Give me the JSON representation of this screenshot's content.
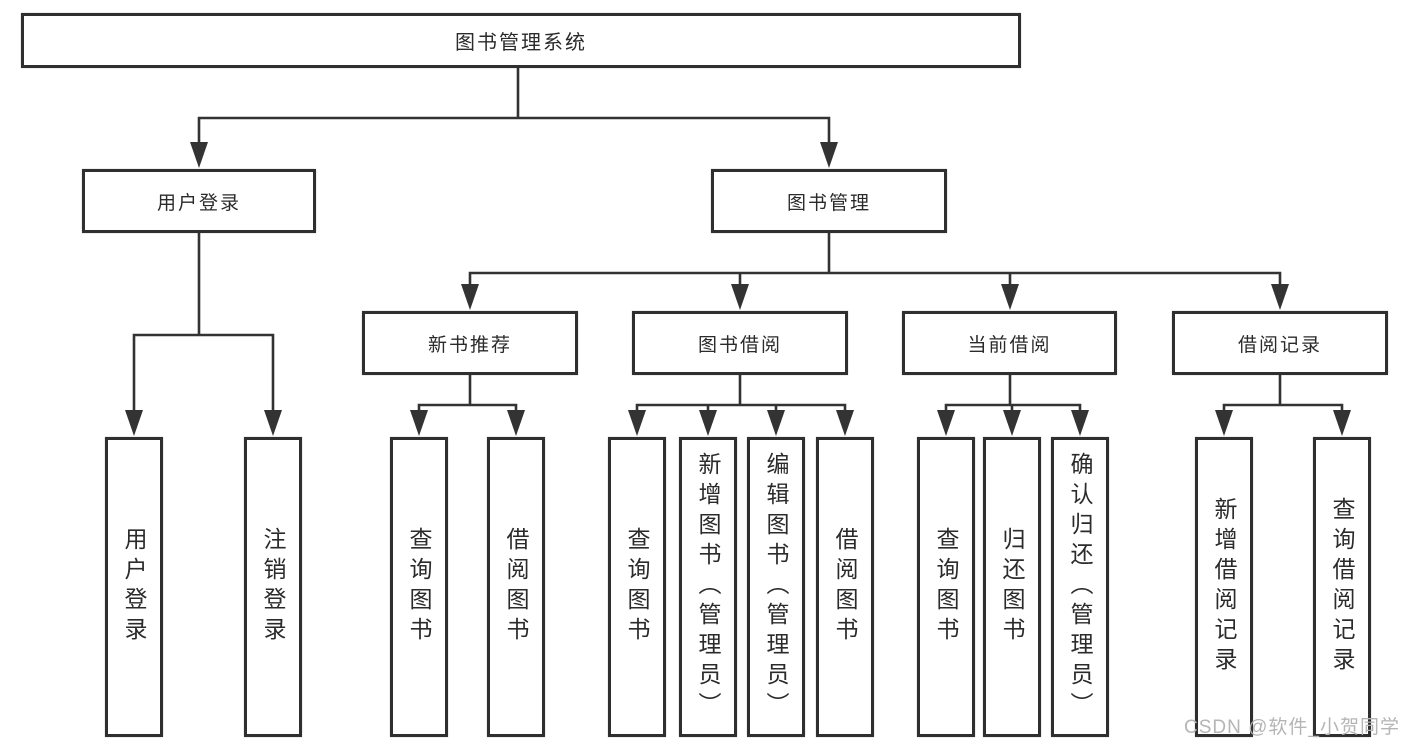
{
  "tree": {
    "root": {
      "label": "图书管理系统"
    },
    "branches": [
      {
        "label": "用户登录",
        "leaves": [
          {
            "label": "用户登录"
          },
          {
            "label": "注销登录"
          }
        ]
      },
      {
        "label": "图书管理",
        "modules": [
          {
            "label": "新书推荐",
            "leaves": [
              {
                "label": "查询图书"
              },
              {
                "label": "借阅图书"
              }
            ]
          },
          {
            "label": "图书借阅",
            "leaves": [
              {
                "label": "查询图书"
              },
              {
                "label": "新增图书（管理员）"
              },
              {
                "label": "编辑图书（管理员）"
              },
              {
                "label": "借阅图书"
              }
            ]
          },
          {
            "label": "当前借阅",
            "leaves": [
              {
                "label": "查询图书"
              },
              {
                "label": "归还图书"
              },
              {
                "label": "确认归还（管理员）"
              }
            ]
          },
          {
            "label": "借阅记录",
            "leaves": [
              {
                "label": "新增借阅记录"
              },
              {
                "label": "查询借阅记录"
              }
            ]
          }
        ]
      }
    ]
  },
  "watermark": "CSDN @软件_小贺同学",
  "colors": {
    "line": "#333333",
    "box_border": "#2f2f2f",
    "box_bg": "#ffffff",
    "text": "#2b2b2b",
    "watermark": "#b5b5b5"
  }
}
